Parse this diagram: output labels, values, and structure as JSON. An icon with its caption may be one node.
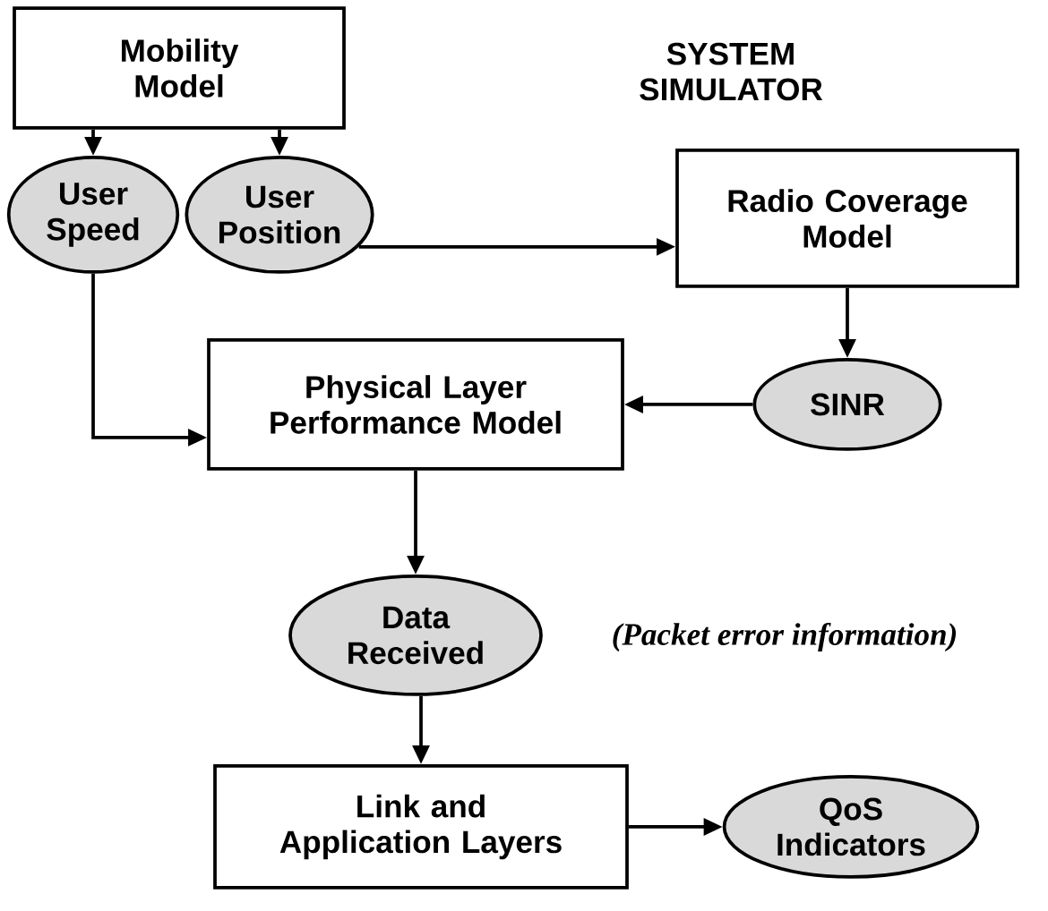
{
  "diagram": {
    "title": "SYSTEM SIMULATOR",
    "nodes": [
      {
        "text": [
          "Mobility Model"
        ]
      },
      {
        "text": [
          "User Speed"
        ]
      },
      {
        "text": [
          "User Position"
        ]
      },
      {
        "text": [
          "Radio Coverage Model"
        ]
      },
      {
        "text": [
          "SINR"
        ]
      },
      {
        "text": [
          "Physical Layer Performance Model"
        ]
      },
      {
        "text": [
          "Data Received"
        ]
      },
      {
        "text": [
          "Link and Application Layers"
        ]
      },
      {
        "text": [
          "QoS Indicators"
        ]
      }
    ],
    "edges": [
      {
        "from": 0,
        "to": 1,
        "arrow": "to"
      },
      {
        "from": 0,
        "to": 2,
        "arrow": "to"
      },
      {
        "from": 2,
        "to": 3,
        "arrow": "to"
      },
      {
        "from": 1,
        "to": 5,
        "arrow": "to"
      },
      {
        "from": 3,
        "to": 4,
        "arrow": "to"
      },
      {
        "from": 4,
        "to": 5,
        "arrow": "to"
      },
      {
        "from": 5,
        "to": 6,
        "arrow": "to"
      },
      {
        "from": 6,
        "to": 7,
        "arrow": "to"
      },
      {
        "from": 7,
        "to": 8,
        "arrow": "to"
      }
    ],
    "labels": [
      "(Packet error information)"
    ]
  }
}
